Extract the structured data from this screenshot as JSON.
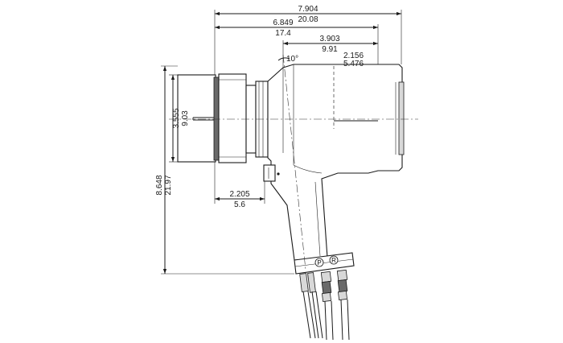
{
  "dimensions": {
    "overall_length": {
      "in": "7.904",
      "mm": "20.08"
    },
    "nose_to_rear": {
      "in": "6.849",
      "mm": "17.4"
    },
    "handle_to_rear": {
      "in": "3.903",
      "mm": "9.91"
    },
    "center_offset": {
      "in": "2.156",
      "mm": "5.476"
    },
    "handle_angle": "10°",
    "nose_diameter": {
      "in": "3.555",
      "mm": "9.03"
    },
    "overall_height": {
      "in": "8.648",
      "mm": "21.97"
    },
    "trigger_offset": {
      "in": "2.205",
      "mm": "5.6"
    }
  },
  "ports": {
    "pressure": "P",
    "return": "R"
  }
}
